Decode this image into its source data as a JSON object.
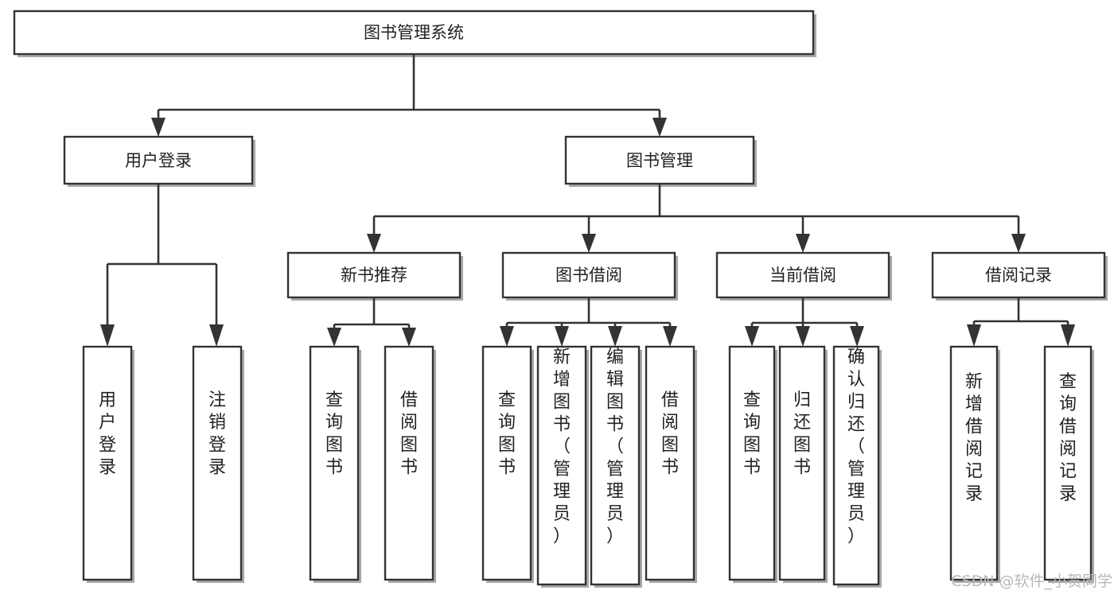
{
  "diagram": {
    "type": "tree-hierarchy",
    "title": "图书管理系统",
    "orientation": "top-down",
    "colors": {
      "box_fill": "#ffffff",
      "box_stroke": "#333333",
      "line": "#333333",
      "text": "#222222",
      "watermark": "#b8b8b8",
      "background": "#ffffff"
    },
    "root": {
      "label": "图书管理系统"
    },
    "level2": [
      {
        "label": "用户登录"
      },
      {
        "label": "图书管理"
      }
    ],
    "level3": [
      {
        "label": "新书推荐"
      },
      {
        "label": "图书借阅"
      },
      {
        "label": "当前借阅"
      },
      {
        "label": "借阅记录"
      }
    ],
    "leaves": {
      "user_login": [
        {
          "label": "用户登录"
        },
        {
          "label": "注销登录"
        }
      ],
      "new_book_recommend": [
        {
          "label": "查询图书"
        },
        {
          "label": "借阅图书"
        }
      ],
      "book_borrow": [
        {
          "label": "查询图书"
        },
        {
          "label": "新增图书（管理员）"
        },
        {
          "label": "编辑图书（管理员）"
        },
        {
          "label": "借阅图书"
        }
      ],
      "current_borrow": [
        {
          "label": "查询图书"
        },
        {
          "label": "归还图书"
        },
        {
          "label": "确认归还（管理员）"
        }
      ],
      "borrow_record": [
        {
          "label": "新增借阅记录"
        },
        {
          "label": "查询借阅记录"
        }
      ]
    },
    "watermark": "CSDN @软件_小贺同学"
  }
}
